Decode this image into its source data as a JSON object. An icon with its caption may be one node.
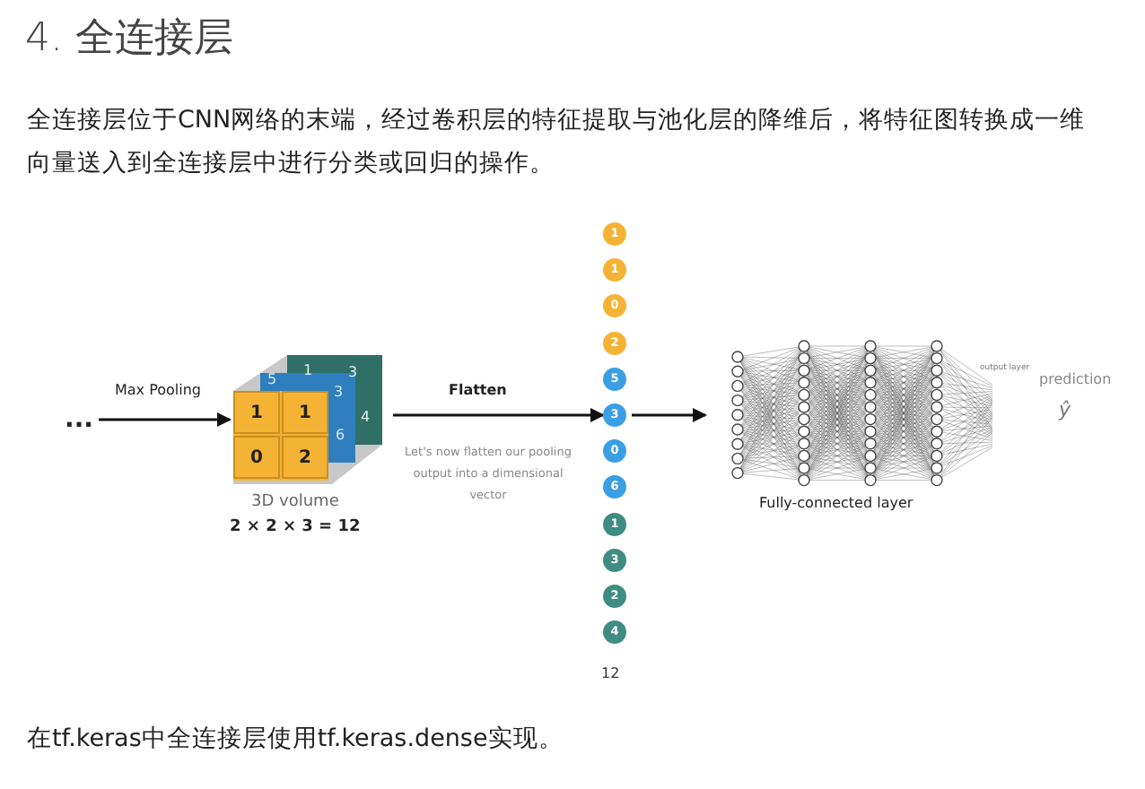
{
  "diagram": {
    "title": "4. 全连接层",
    "nodes": [
      {
        "text": [
          "..."
        ]
      },
      {
        "text": [],
        "shape": "box",
        "beside": [
          "3D volume",
          "2 × 2 × 3 = 12"
        ]
      },
      {
        "text": [
          "1"
        ],
        "in": 1
      },
      {
        "text": [
          "1"
        ],
        "in": 1
      },
      {
        "text": [
          "0"
        ],
        "in": 1
      },
      {
        "text": [
          "2"
        ],
        "in": 1
      },
      {
        "text": [
          "1"
        ]
      },
      {
        "text": [
          "1"
        ]
      },
      {
        "text": [
          "0"
        ]
      },
      {
        "text": [
          "2"
        ]
      },
      {
        "text": [
          "5"
        ]
      },
      {
        "text": [
          "3"
        ]
      },
      {
        "text": [
          "0"
        ]
      },
      {
        "text": [
          "6"
        ]
      },
      {
        "text": [
          "1"
        ]
      },
      {
        "text": [
          "3"
        ]
      },
      {
        "text": [
          "2"
        ]
      },
      {
        "text": [
          "4"
        ]
      },
      {
        "text": [
          "Fully-connected layer"
        ]
      }
    ],
    "edges": [
      {
        "from": 0,
        "to": 1,
        "arrow": "to",
        "label": "Max Pooling"
      },
      {
        "from": 1,
        "to": 11,
        "arrow": "to",
        "label": "Flatten"
      },
      {
        "from": 11,
        "to": 18,
        "arrow": "to"
      }
    ],
    "labels": [
      "全连接层位于CNN网络的末端，经过卷积层的特征提取与池化层的降维后，将特征图转换成一维向量送入到全连接层中进行分类或回归的操作。",
      "1",
      "3",
      "5",
      "3",
      "4",
      "6",
      "Let's now flatten our pooling output into a dimensional vector",
      "12",
      "output layer",
      "prediction",
      "ŷ",
      "在tf.keras中全连接层使用tf.keras.dense实现。"
    ]
  }
}
